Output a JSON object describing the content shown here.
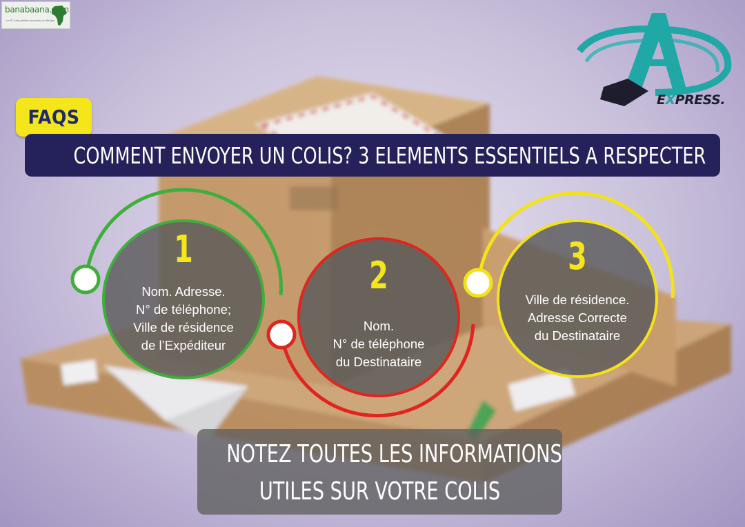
{
  "watermark": {
    "site": "banabaana.com",
    "tagline": "Le N°1 des petites annonces en Afrique"
  },
  "logo": {
    "name": "EXPRESS.",
    "prefix": "E",
    "accent_letter": "X",
    "suffix": "PRESS."
  },
  "faq_label": "FAQS",
  "title": "COMMENT ENVOYER UN COLIS? 3 ELEMENTS ESSENTIELS A RESPECTER",
  "steps": [
    {
      "number": "1",
      "lines": [
        "Nom. Adresse.",
        "N° de téléphone;",
        "Ville de résidence",
        "de l’Expéditeur"
      ],
      "color": "#3fae3c"
    },
    {
      "number": "2",
      "lines": [
        "Nom.",
        "N° de téléphone",
        "du Destinataire"
      ],
      "color": "#e0251f"
    },
    {
      "number": "3",
      "lines": [
        "Ville de résidence.",
        "Adresse Correcte",
        "du Destinataire"
      ],
      "color": "#f2e21a"
    }
  ],
  "footer": {
    "line1": "NOTEZ TOUTES LES INFORMATIONS",
    "line2": "UTILES SUR VOTRE COLIS"
  },
  "colors": {
    "banner": "#25215a",
    "badge": "#f4e61a",
    "accent_teal": "#1fa8a6"
  }
}
